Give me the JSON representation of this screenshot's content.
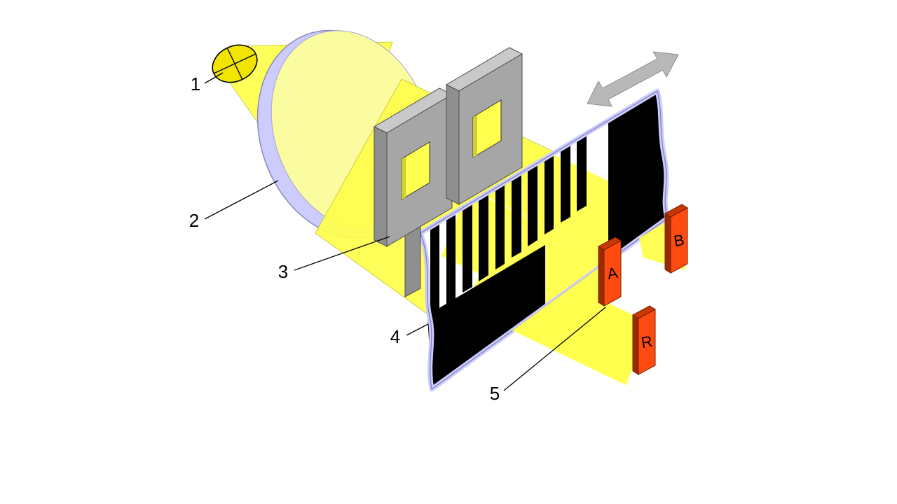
{
  "diagram": {
    "callouts": {
      "c1": "1",
      "c2": "2",
      "c3": "3",
      "c4": "4",
      "c5": "5"
    },
    "detectors": {
      "a": "A",
      "b": "B",
      "r": "R"
    },
    "colors": {
      "light": "#ffff4d",
      "lens_face": "#ffff99",
      "bulb": "#f0e400",
      "glass": "#ccccff",
      "window_shade": "#cfcf35",
      "mask_front": "#a6a6a6",
      "mask_top": "#c9c9c9",
      "mask_side": "#8f8f8f",
      "stripe": "#000000",
      "detector_front": "#ff4a10",
      "detector_top": "#c83800",
      "detector_side": "#992b00",
      "arrow": "#b8b8b8"
    }
  }
}
